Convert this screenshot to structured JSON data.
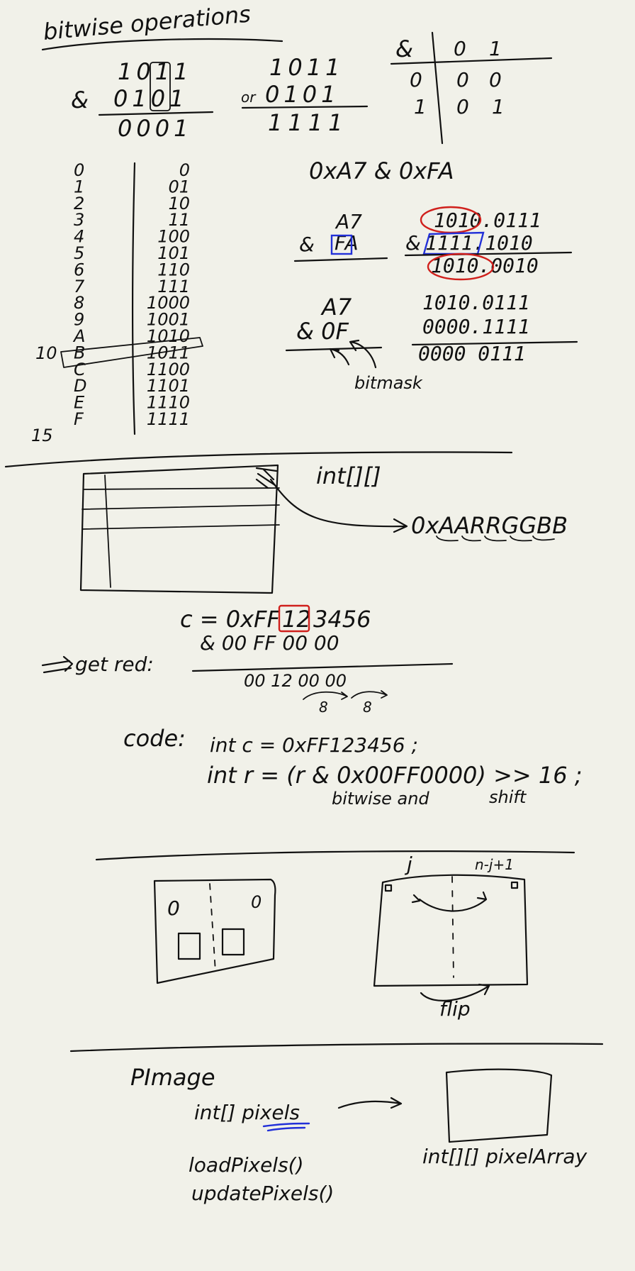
{
  "title": "bitwise operations",
  "and_example": {
    "op": "&",
    "a": "1011",
    "b": "0101",
    "result": "0001"
  },
  "or_example": {
    "op": "or",
    "a": "1011",
    "b": "0101",
    "result": "1111"
  },
  "truth_table": {
    "header": [
      "&",
      "0",
      "1"
    ],
    "rows": [
      [
        "0",
        "0",
        "0"
      ],
      [
        "1",
        "0",
        "1"
      ]
    ]
  },
  "hex_table": {
    "labels": [
      "0",
      "1",
      "2",
      "3",
      "4",
      "5",
      "6",
      "7",
      "8",
      "9",
      "A",
      "B",
      "C",
      "D",
      "E",
      "F"
    ],
    "binary": [
      "0",
      "01",
      "10",
      "11",
      "100",
      "101",
      "110",
      "111",
      "1000",
      "1001",
      "1010",
      "1011",
      "1100",
      "1101",
      "1110",
      "1111"
    ],
    "marker_10": "10",
    "marker_15": "15"
  },
  "hex_and": {
    "title": "0xA7  &  0xFA",
    "left_a": "A7",
    "left_op": "&",
    "left_b": "FA",
    "right_a": "1010.0111",
    "right_op": "&",
    "right_b": "1111.1010",
    "right_result": "1010.0010"
  },
  "mask_example": {
    "a": "A7",
    "b": "& 0F",
    "row1": "1010.0111",
    "row2": "0000.1111",
    "row3": "0000  0111",
    "note": "bitmask"
  },
  "pixel_array": {
    "type_label": "int[][]",
    "format": "0xAARRGGBB"
  },
  "get_red": {
    "label": "get red:",
    "line1": "c = 0xFF",
    "line1_highlight": "12",
    "line1_tail": "3456",
    "line2": "&   00 FF 00 00",
    "result": "00  12   00  00",
    "shift_a": "8",
    "shift_b": "8"
  },
  "code": {
    "label": "code:",
    "line1": "int c = 0xFF123456 ;",
    "line2": "int r = (r & 0x00FF0000) >> 16 ;",
    "note_and": "bitwise and",
    "note_shift": "shift"
  },
  "flip": {
    "label": "flip",
    "col_j": "j",
    "col_mirror": "n-j+1"
  },
  "pimage": {
    "label": "PImage",
    "pixels": "int[] pixels",
    "load": "loadPixels()",
    "update": "updatePixels()",
    "array2d": "int[][]  pixelArray"
  }
}
